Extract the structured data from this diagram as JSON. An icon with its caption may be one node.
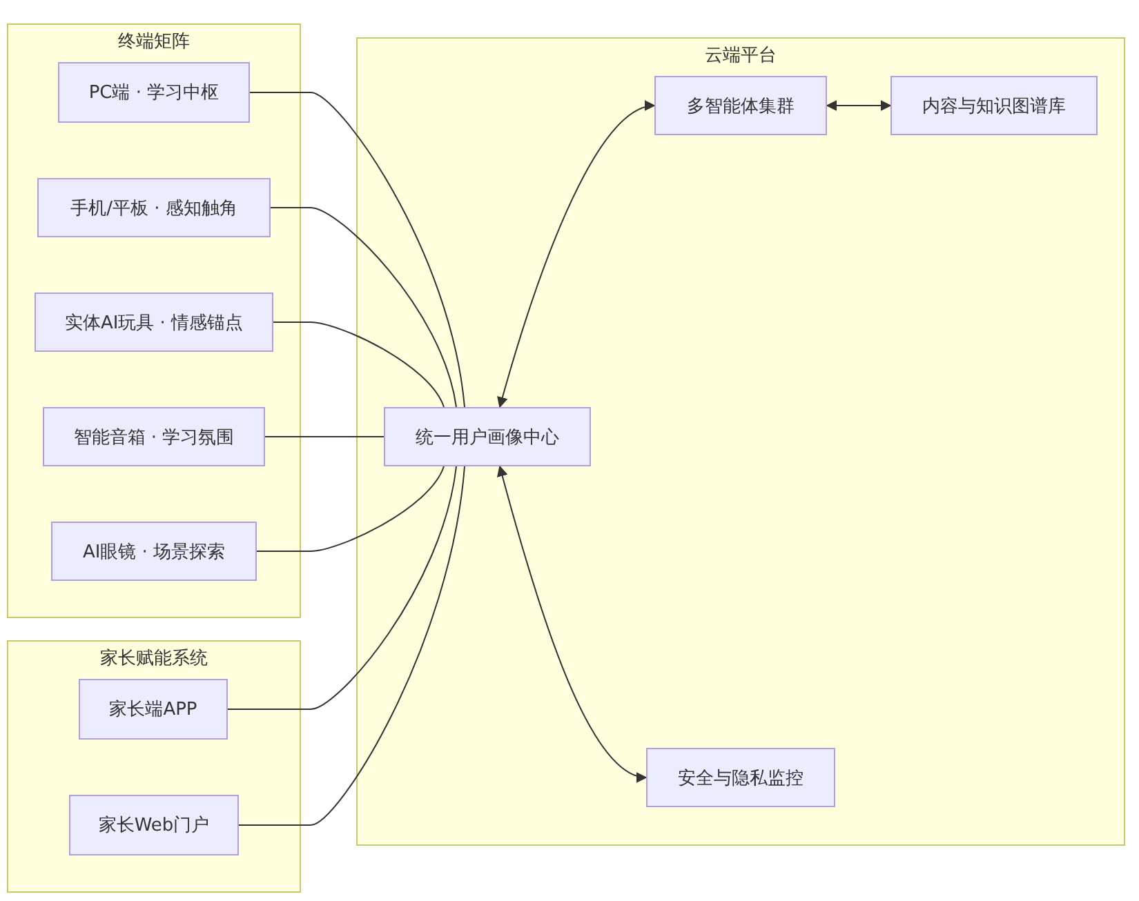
{
  "diagram": {
    "nodes": [
      {
        "text": [
          "终端矩阵"
        ]
      },
      {
        "text": [
          "PC端 · 学习中枢"
        ],
        "in": 0
      },
      {
        "text": [
          "手机/平板 · 感知触角"
        ],
        "in": 0
      },
      {
        "text": [
          "实体AI玩具 · 情感锚点"
        ],
        "in": 0
      },
      {
        "text": [
          "智能音箱 · 学习氛围"
        ],
        "in": 0
      },
      {
        "text": [
          "AI眼镜 · 场景探索"
        ],
        "in": 0
      },
      {
        "text": [
          "家长赋能系统"
        ]
      },
      {
        "text": [
          "家长端APP"
        ],
        "in": 6
      },
      {
        "text": [
          "家长Web门户"
        ],
        "in": 6
      },
      {
        "text": [
          "云端平台"
        ]
      },
      {
        "text": [
          "统一用户画像中心"
        ],
        "in": 9
      },
      {
        "text": [
          "多智能体集群"
        ],
        "in": 9
      },
      {
        "text": [
          "内容与知识图谱库"
        ],
        "in": 9
      },
      {
        "text": [
          "安全与隐私监控"
        ],
        "in": 9
      }
    ],
    "edges": [
      {
        "from": 1,
        "to": 10,
        "arrow": "none"
      },
      {
        "from": 2,
        "to": 10,
        "arrow": "none"
      },
      {
        "from": 3,
        "to": 10,
        "arrow": "none"
      },
      {
        "from": 4,
        "to": 10,
        "arrow": "none"
      },
      {
        "from": 5,
        "to": 10,
        "arrow": "none"
      },
      {
        "from": 7,
        "to": 10,
        "arrow": "none"
      },
      {
        "from": 8,
        "to": 10,
        "arrow": "none"
      },
      {
        "from": 10,
        "to": 11,
        "arrow": "both"
      },
      {
        "from": 11,
        "to": 12,
        "arrow": "both"
      },
      {
        "from": 10,
        "to": 13,
        "arrow": "both"
      }
    ]
  }
}
